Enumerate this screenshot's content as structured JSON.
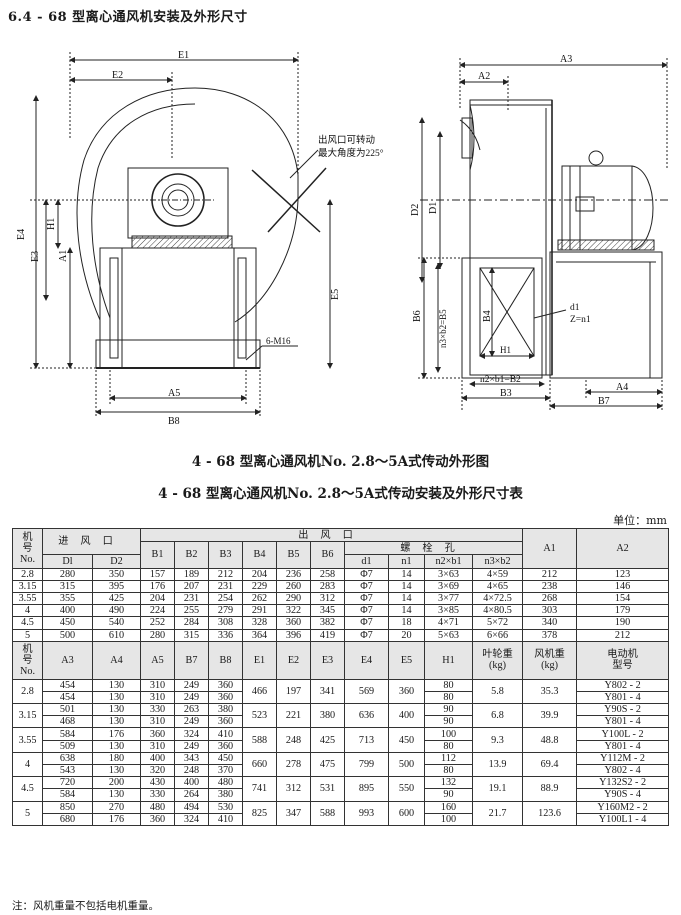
{
  "section_title": "6.4 - 68 型离心通风机安装及外形尺寸",
  "drawing": {
    "front_labels": {
      "e1": "E1",
      "e2": "E2",
      "e4": "E4",
      "e3": "E3",
      "e5": "E5",
      "h1": "H1",
      "a1": "A1",
      "a5": "A5",
      "b8": "B8",
      "bolt": "6-M16",
      "outlet_note_1": "出风口可转动",
      "outlet_note_2": "最大角度为225°"
    },
    "side_labels": {
      "a3": "A3",
      "a2": "A2",
      "d2": "D2",
      "d1": "D1",
      "b6": "B6",
      "b4": "B4",
      "n3b2": "n3×b2=B5",
      "h1": "H1",
      "n2b1": "n2×b1=B2",
      "b3": "B3",
      "a4": "A4",
      "b7": "B7",
      "d1_hole": "d1",
      "zn": "Z=n1"
    }
  },
  "figure_title": "4 - 68 型离心通风机No. 2.8～5A式传动外形图",
  "table_title": "4 - 68 型离心通风机No. 2.8～5A式传动安装及外形尺寸表",
  "unit": "单位：mm",
  "table1": {
    "head": {
      "machine_no": "机号No.",
      "machine_no_lines": [
        "机",
        "号",
        "No."
      ],
      "inlet": "进风口",
      "outlet": "出风口",
      "bolt_holes": "螺栓孔",
      "cols_inlet": [
        "Dl",
        "D2"
      ],
      "cols_outlet": [
        "B1",
        "B2",
        "B3",
        "B4",
        "B5",
        "B6"
      ],
      "cols_bolt": [
        "d1",
        "n1",
        "n2×b1",
        "n3×b2"
      ],
      "a1": "A1",
      "a2": "A2"
    },
    "rows": [
      [
        "2.8",
        "280",
        "350",
        "157",
        "189",
        "212",
        "204",
        "236",
        "258",
        "Φ7",
        "14",
        "3×63",
        "4×59",
        "212",
        "123"
      ],
      [
        "3.15",
        "315",
        "395",
        "176",
        "207",
        "231",
        "229",
        "260",
        "283",
        "Φ7",
        "14",
        "3×69",
        "4×65",
        "238",
        "146"
      ],
      [
        "3.55",
        "355",
        "425",
        "204",
        "231",
        "254",
        "262",
        "290",
        "312",
        "Φ7",
        "14",
        "3×77",
        "4×72.5",
        "268",
        "154"
      ],
      [
        "4",
        "400",
        "490",
        "224",
        "255",
        "279",
        "291",
        "322",
        "345",
        "Φ7",
        "14",
        "3×85",
        "4×80.5",
        "303",
        "179"
      ],
      [
        "4.5",
        "450",
        "540",
        "252",
        "284",
        "308",
        "328",
        "360",
        "382",
        "Φ7",
        "18",
        "4×71",
        "5×72",
        "340",
        "190"
      ],
      [
        "5",
        "500",
        "610",
        "280",
        "315",
        "336",
        "364",
        "396",
        "419",
        "Φ7",
        "20",
        "5×63",
        "6×66",
        "378",
        "212"
      ]
    ]
  },
  "table2": {
    "head": [
      "A3",
      "A4",
      "A5",
      "B7",
      "B8",
      "E1",
      "E2",
      "E3",
      "E4",
      "E5",
      "H1",
      "叶轮重(kg)",
      "风机重(kg)",
      "电动机型号"
    ],
    "head_lines": {
      "impeller": [
        "叶轮重",
        "(kg)"
      ],
      "fan": [
        "风机重",
        "(kg)"
      ],
      "motor": [
        "电动机",
        "型号"
      ]
    },
    "groups": [
      {
        "no": "2.8",
        "E1": "466",
        "E2": "197",
        "E3": "341",
        "E4": "569",
        "E5": "360",
        "impeller": "5.8",
        "fan": "35.3",
        "rows": [
          [
            "454",
            "130",
            "310",
            "249",
            "360",
            "80",
            "Y802 - 2"
          ],
          [
            "454",
            "130",
            "310",
            "249",
            "360",
            "80",
            "Y801 - 4"
          ]
        ]
      },
      {
        "no": "3.15",
        "E1": "523",
        "E2": "221",
        "E3": "380",
        "E4": "636",
        "E5": "400",
        "impeller": "6.8",
        "fan": "39.9",
        "rows": [
          [
            "501",
            "130",
            "330",
            "263",
            "380",
            "90",
            "Y90S - 2"
          ],
          [
            "468",
            "130",
            "310",
            "249",
            "360",
            "90",
            "Y801 - 4"
          ]
        ]
      },
      {
        "no": "3.55",
        "E1": "588",
        "E2": "248",
        "E3": "425",
        "E4": "713",
        "E5": "450",
        "impeller": "9.3",
        "fan": "48.8",
        "rows": [
          [
            "584",
            "176",
            "360",
            "324",
            "410",
            "100",
            "Y100L - 2"
          ],
          [
            "509",
            "130",
            "310",
            "249",
            "360",
            "80",
            "Y801 - 4"
          ]
        ]
      },
      {
        "no": "4",
        "E1": "660",
        "E2": "278",
        "E3": "475",
        "E4": "799",
        "E5": "500",
        "impeller": "13.9",
        "fan": "69.4",
        "rows": [
          [
            "638",
            "180",
            "400",
            "343",
            "450",
            "112",
            "Y112M - 2"
          ],
          [
            "543",
            "130",
            "320",
            "248",
            "370",
            "80",
            "Y802 - 4"
          ]
        ]
      },
      {
        "no": "4.5",
        "E1": "741",
        "E2": "312",
        "E3": "531",
        "E4": "895",
        "E5": "550",
        "impeller": "19.1",
        "fan": "88.9",
        "rows": [
          [
            "720",
            "200",
            "430",
            "400",
            "480",
            "132",
            "Y132S2 - 2"
          ],
          [
            "584",
            "130",
            "330",
            "264",
            "380",
            "90",
            "Y90S - 4"
          ]
        ]
      },
      {
        "no": "5",
        "E1": "825",
        "E2": "347",
        "E3": "588",
        "E4": "993",
        "E5": "600",
        "impeller": "21.7",
        "fan": "123.6",
        "rows": [
          [
            "850",
            "270",
            "480",
            "494",
            "530",
            "160",
            "Y160M2 - 2"
          ],
          [
            "680",
            "176",
            "360",
            "324",
            "410",
            "100",
            "Y100L1 - 4"
          ]
        ]
      }
    ]
  },
  "note": "注：风机重量不包括电机重量。"
}
